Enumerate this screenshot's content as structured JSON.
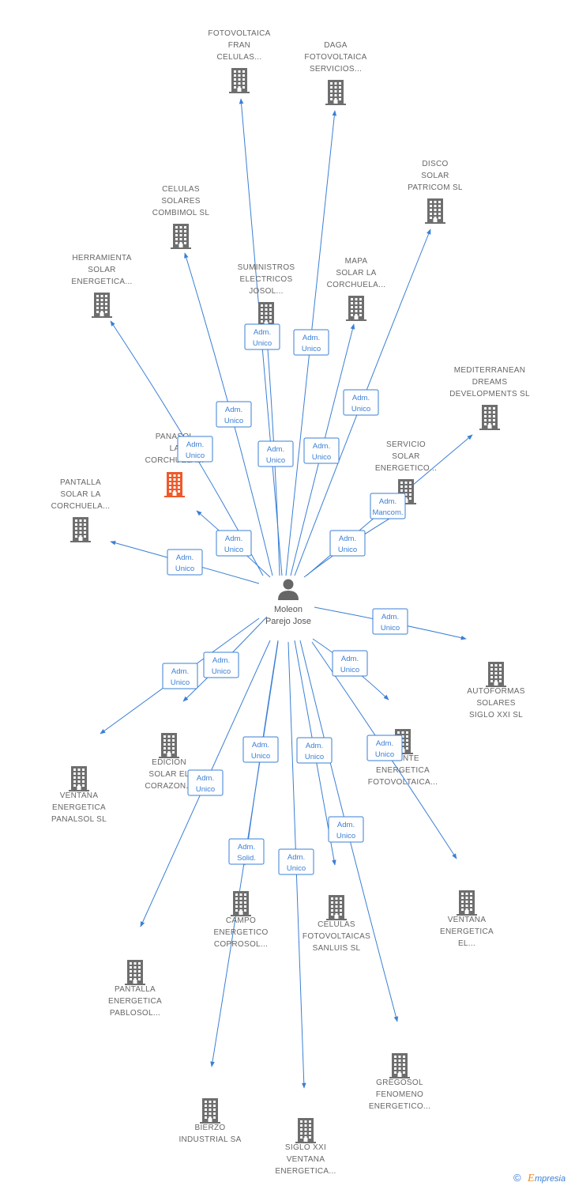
{
  "colors": {
    "edge": "#3a7fd5",
    "building": "#6e6e6e",
    "building_highlight": "#f0592a",
    "label": "#666666",
    "person": "#666666",
    "logo_accent": "#f08a1c"
  },
  "center": {
    "name_lines": [
      "Moleon",
      "Parejo Jose"
    ],
    "icon": "person-icon"
  },
  "nodes": [
    {
      "id": "fran",
      "lines": [
        "FOTOVOLTAICA",
        "FRAN",
        "CELULAS..."
      ],
      "highlight": false
    },
    {
      "id": "daga",
      "lines": [
        "DAGA",
        "FOTOVOLTAICA",
        "SERVICIOS..."
      ],
      "highlight": false
    },
    {
      "id": "disco",
      "lines": [
        "DISCO",
        "SOLAR",
        "PATRICOM SL"
      ],
      "highlight": false
    },
    {
      "id": "combimol",
      "lines": [
        "CELULAS",
        "SOLARES",
        "COMBIMOL SL"
      ],
      "highlight": false
    },
    {
      "id": "herramienta",
      "lines": [
        "HERRAMIENTA",
        "SOLAR",
        "ENERGETICA..."
      ],
      "highlight": false
    },
    {
      "id": "suministros",
      "lines": [
        "SUMINISTROS",
        "ELECTRICOS",
        "JOSOL..."
      ],
      "highlight": false
    },
    {
      "id": "mapa",
      "lines": [
        "MAPA",
        "SOLAR LA",
        "CORCHUELA..."
      ],
      "highlight": false
    },
    {
      "id": "mediterranean",
      "lines": [
        "MEDITERRANEAN",
        "DREAMS",
        "DEVELOPMENTS SL"
      ],
      "highlight": false
    },
    {
      "id": "panasol",
      "lines": [
        "PANASOL",
        "LA",
        "CORCHUELA..."
      ],
      "highlight": true
    },
    {
      "id": "servicio",
      "lines": [
        "SERVICIO",
        "SOLAR",
        "ENERGETICO..."
      ],
      "highlight": false
    },
    {
      "id": "pantalla_corchuela",
      "lines": [
        "PANTALLA",
        "SOLAR LA",
        "CORCHUELA..."
      ],
      "highlight": false
    },
    {
      "id": "autoformas",
      "lines": [
        "AUTOFORMAS",
        "SOLARES",
        "SIGLO XXI SL"
      ],
      "highlight": false
    },
    {
      "id": "edicion",
      "lines": [
        "EDICION",
        "SOLAR EL",
        "CORAZON..."
      ],
      "highlight": false
    },
    {
      "id": "fuente",
      "lines": [
        "FUENTE",
        "ENERGETICA",
        "FOTOVOLTAICA..."
      ],
      "highlight": false
    },
    {
      "id": "panalsol",
      "lines": [
        "VENTANA",
        "ENERGETICA",
        "PANALSOL SL"
      ],
      "highlight": false
    },
    {
      "id": "ventana_el",
      "lines": [
        "VENTANA",
        "ENERGETICA",
        "EL..."
      ],
      "highlight": false
    },
    {
      "id": "coprosol",
      "lines": [
        "CAMPO",
        "ENERGETICO",
        "COPROSOL..."
      ],
      "highlight": false
    },
    {
      "id": "sanluis",
      "lines": [
        "CELULAS",
        "FOTOVOLTAICAS",
        "SANLUIS SL"
      ],
      "highlight": false
    },
    {
      "id": "pablosol",
      "lines": [
        "PANTALLA",
        "ENERGETICA",
        "PABLOSOL..."
      ],
      "highlight": false
    },
    {
      "id": "gregosol",
      "lines": [
        "GREGOSOL",
        "FENOMENO",
        "ENERGETICO..."
      ],
      "highlight": false
    },
    {
      "id": "bierzo",
      "lines": [
        "BIERZO",
        "INDUSTRIAL SA"
      ],
      "highlight": false
    },
    {
      "id": "siglo_xxi",
      "lines": [
        "SIGLO XXI",
        "VENTANA",
        "ENERGETICA..."
      ],
      "highlight": false
    }
  ],
  "edges": [
    {
      "to": "fran",
      "role": [
        "Adm.",
        "Unico"
      ]
    },
    {
      "to": "daga",
      "role": [
        "Adm.",
        "Unico"
      ]
    },
    {
      "to": "disco",
      "role": [
        "Adm.",
        "Unico"
      ]
    },
    {
      "to": "combimol",
      "role": [
        "Adm.",
        "Unico"
      ]
    },
    {
      "to": "herramienta",
      "role": [
        "Adm.",
        "Unico"
      ]
    },
    {
      "to": "suministros",
      "role": [
        "Adm.",
        "Unico"
      ]
    },
    {
      "to": "mapa",
      "role": [
        "Adm.",
        "Unico"
      ]
    },
    {
      "to": "mediterranean",
      "role": [
        "Adm.",
        "Mancom."
      ]
    },
    {
      "to": "panasol",
      "role": [
        "Adm.",
        "Unico"
      ]
    },
    {
      "to": "servicio",
      "role": [
        "Adm.",
        "Unico"
      ]
    },
    {
      "to": "pantalla_corchuela",
      "role": [
        "Adm.",
        "Unico"
      ]
    },
    {
      "to": "autoformas",
      "role": [
        "Adm.",
        "Unico"
      ]
    },
    {
      "to": "edicion",
      "role": [
        "Adm.",
        "Unico"
      ]
    },
    {
      "to": "fuente",
      "role": [
        "Adm.",
        "Unico"
      ]
    },
    {
      "to": "panalsol",
      "role": [
        "Adm.",
        "Unico"
      ]
    },
    {
      "to": "ventana_el",
      "role": [
        "Adm.",
        "Unico"
      ]
    },
    {
      "to": "coprosol",
      "role": [
        "Adm.",
        "Unico"
      ]
    },
    {
      "to": "sanluis",
      "role": [
        "Adm.",
        "Unico"
      ]
    },
    {
      "to": "pablosol",
      "role": [
        "Adm.",
        "Unico"
      ]
    },
    {
      "to": "gregosol",
      "role": [
        "Adm.",
        "Unico"
      ]
    },
    {
      "to": "bierzo",
      "role": [
        "Adm.",
        "Solid."
      ]
    },
    {
      "to": "siglo_xxi",
      "role": [
        "Adm.",
        "Unico"
      ]
    }
  ],
  "footer": {
    "copyright": "©",
    "brand_initial": "E",
    "brand_rest": "mpresia"
  }
}
